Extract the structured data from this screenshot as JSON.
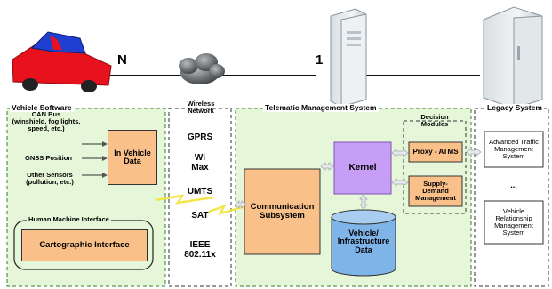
{
  "multiplicity": {
    "n_label": "N",
    "one_label": "1"
  },
  "wireless": {
    "title": "Wireless\nNetwork",
    "protocols": [
      "GPRS",
      "Wi\nMax",
      "UMTS",
      "SAT",
      "IEEE\n802.11x"
    ]
  },
  "vehicle_software": {
    "title": "Vehicle Software",
    "inputs": [
      "CAN Bus\n(winshield, fog lights,\nspeed, etc.)",
      "GNSS Position",
      "Other Sensors\n(pollution, etc.)"
    ],
    "in_vehicle_box": "In Vehicle\nData",
    "hmi": {
      "title": "Human Machine Interface",
      "cartographic": "Cartographic Interface"
    }
  },
  "telematic": {
    "title": "Telematic Management System",
    "communication": "Communication\nSubsystem",
    "kernel": "Kernel",
    "database": "Vehicle/\nInfrastructure\nData",
    "decision_modules": {
      "title": "Decision\nModules",
      "proxy": "Proxy - ATMS",
      "supply_demand": "Supply-\nDemand\nManagement"
    }
  },
  "legacy": {
    "title": "Legacy System",
    "items": [
      "Advanced Traffic\nManagement\nSystem",
      "...",
      "Vehicle\nRelationship\nManagement\nSystem"
    ]
  },
  "colors": {
    "panel_fill": "#e6f7d9",
    "panel_border": "#3a7a2a",
    "orange_box": "#f9c08a",
    "kernel": "#c79ef5",
    "database": "#7fb4e8",
    "car_body": "#e8121e",
    "car_roof": "#1f3fd1"
  }
}
